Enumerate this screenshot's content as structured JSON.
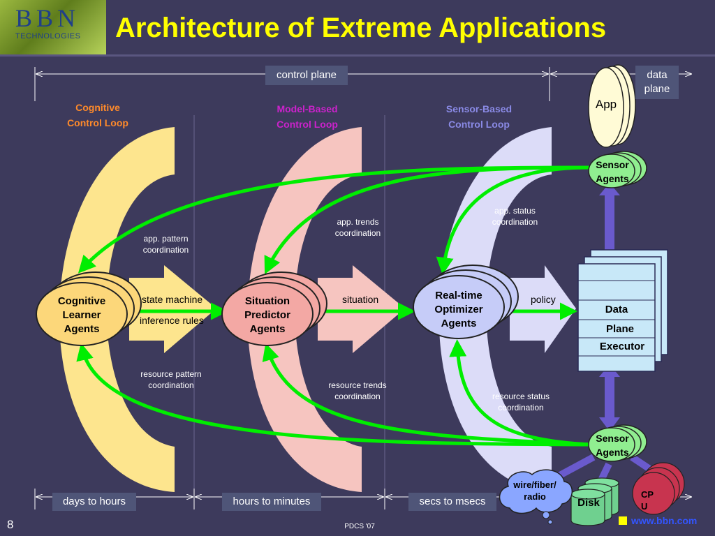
{
  "title": "Architecture of Extreme Applications",
  "logo": {
    "letters": "BBN",
    "subtitle": "TECHNOLOGIES"
  },
  "planes": {
    "control": "control plane",
    "data": [
      "data",
      "plane"
    ]
  },
  "loops": [
    {
      "lines": [
        "Cognitive",
        "Control Loop"
      ],
      "color": "#ff8a2a"
    },
    {
      "lines": [
        "Model-Based",
        "Control Loop"
      ],
      "color": "#cc22cc"
    },
    {
      "lines": [
        "Sensor-Based",
        "Control Loop"
      ],
      "color": "#8a8ae6"
    }
  ],
  "agents": {
    "cognitive": [
      "Cognitive",
      "Learner",
      "Agents"
    ],
    "situation": [
      "Situation",
      "Predictor",
      "Agents"
    ],
    "realtime": [
      "Real-time",
      "Optimizer",
      "Agents"
    ],
    "sensor_top": [
      "Sensor",
      "Agents"
    ],
    "sensor_bottom": [
      "Sensor",
      "Agents"
    ]
  },
  "app_label": "App",
  "executor": [
    "Data",
    "Plane",
    "Executor"
  ],
  "flow": {
    "state_machine": "state machine",
    "inference_rules": "inference rules",
    "situation": "situation",
    "policy": "policy"
  },
  "coordination": {
    "app_pattern": [
      "app.  pattern",
      "coordination"
    ],
    "app_trends": [
      "app.  trends",
      "coordination"
    ],
    "app_status": [
      "app.  status",
      "coordination"
    ],
    "resource_pattern": [
      "resource pattern",
      "coordination"
    ],
    "resource_trends": [
      "resource  trends",
      "coordination"
    ],
    "resource_status": [
      "resource  status",
      "coordination"
    ]
  },
  "timescales": [
    "days to hours",
    "hours to minutes",
    "secs to msecs"
  ],
  "resources": {
    "wire": [
      "wire/fiber/",
      "radio"
    ],
    "disk": "Disk",
    "cpu": [
      "CP",
      "U"
    ]
  },
  "footer": {
    "page": "8",
    "conference": "PDCS '07",
    "url": "www.bbn.com"
  },
  "colors": {
    "background": "#3d3a5c",
    "title": "#ffff00",
    "green_arrow": "#00ee00",
    "cognitive_arc": "#fde58e",
    "model_arc": "#f6c5c0",
    "sensor_arc": "#dcdcf8",
    "cognitive_agent": "#fcd77a",
    "situation_agent": "#f3a8a4",
    "realtime_agent": "#c6ccf8",
    "sensor_agent": "#90ee90",
    "executor": "#c8e8f8",
    "data_plane_link": "#6a5acd",
    "url": "#3355ff"
  }
}
